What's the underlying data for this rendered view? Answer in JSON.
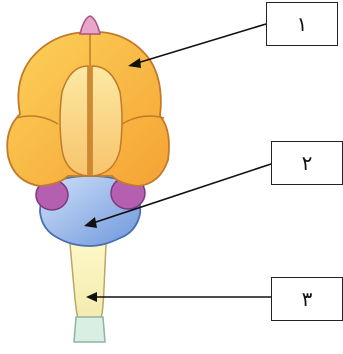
{
  "labels": [
    "١",
    "٢",
    "٣"
  ]
}
